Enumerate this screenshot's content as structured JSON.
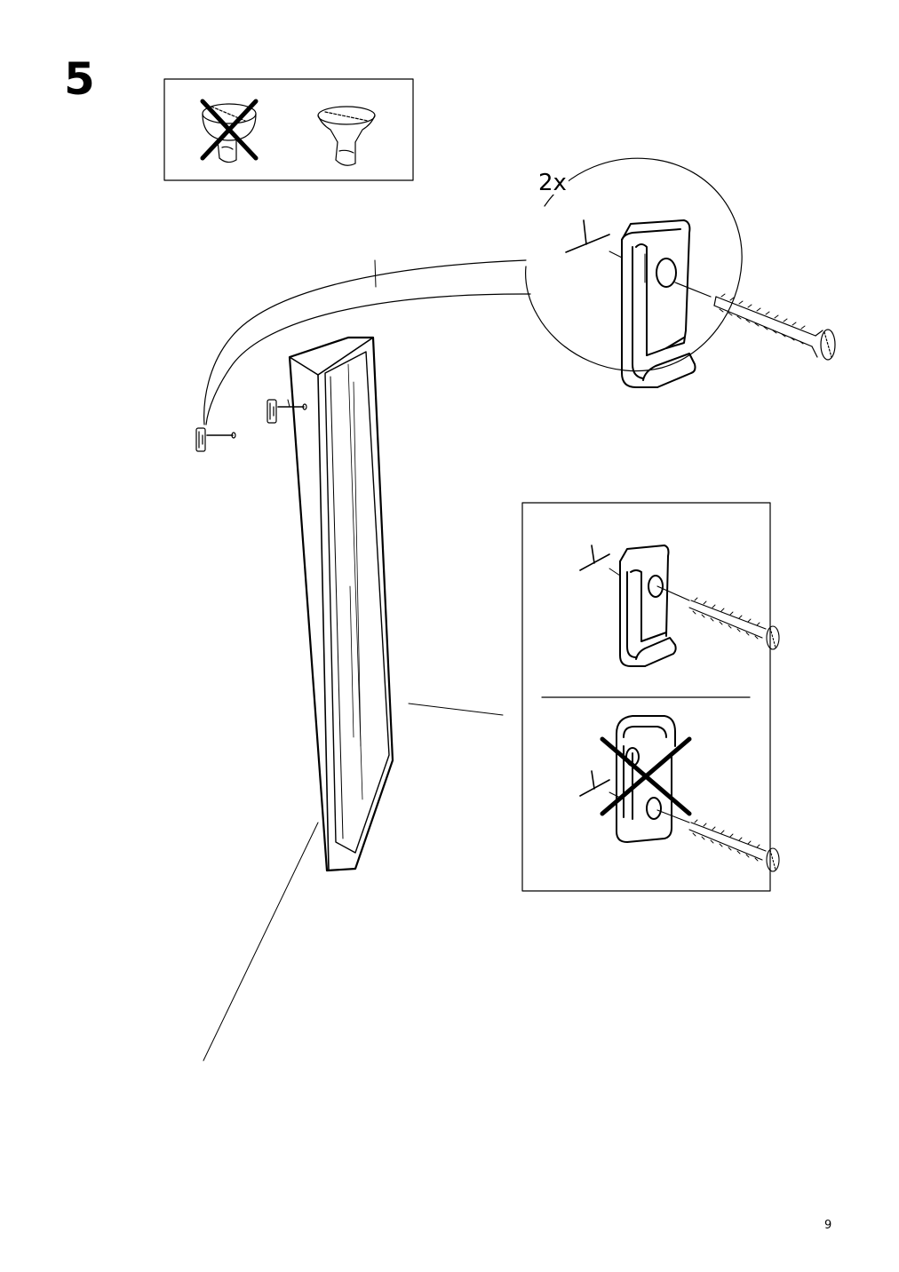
{
  "page": {
    "step_number": "5",
    "quantity_label": "2x",
    "page_number": "9"
  },
  "icons": {
    "wrong_screw_head": "round-head-screw-crossed-icon",
    "correct_screw_head": "countersunk-screw-icon",
    "bracket": "wall-bracket-icon",
    "screw": "wood-screw-icon",
    "wall_frame": "mirror-frame-illustration"
  }
}
